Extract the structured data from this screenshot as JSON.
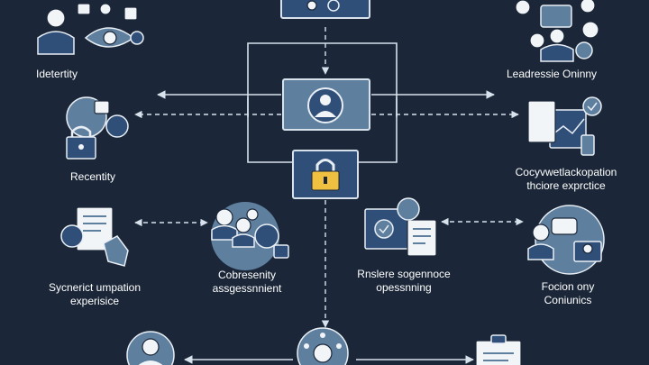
{
  "labels": {
    "top_left": "Idetertity",
    "top_right": "Leadressie Oninny",
    "mid_left": "Recentity",
    "mid_right_line1": "Cocyvwetlackopation",
    "mid_right_line2": "thciore exprctice",
    "lower_left_line1": "Sycnerict umpation",
    "lower_left_line2": "experisice",
    "lower_center_line1": "Cobresenity",
    "lower_center_line2": "assgessnnient",
    "lower_mid_right_line1": "Rnslere sogennoce",
    "lower_mid_right_line2": "opessnning",
    "lower_right_line1": "Focion ony",
    "lower_right_line2": "Coniunics"
  },
  "colors": {
    "background": "#1b2738",
    "accent_light": "#5f7f9f",
    "accent_dark": "#2f4f79",
    "lock": "#f0c040"
  }
}
